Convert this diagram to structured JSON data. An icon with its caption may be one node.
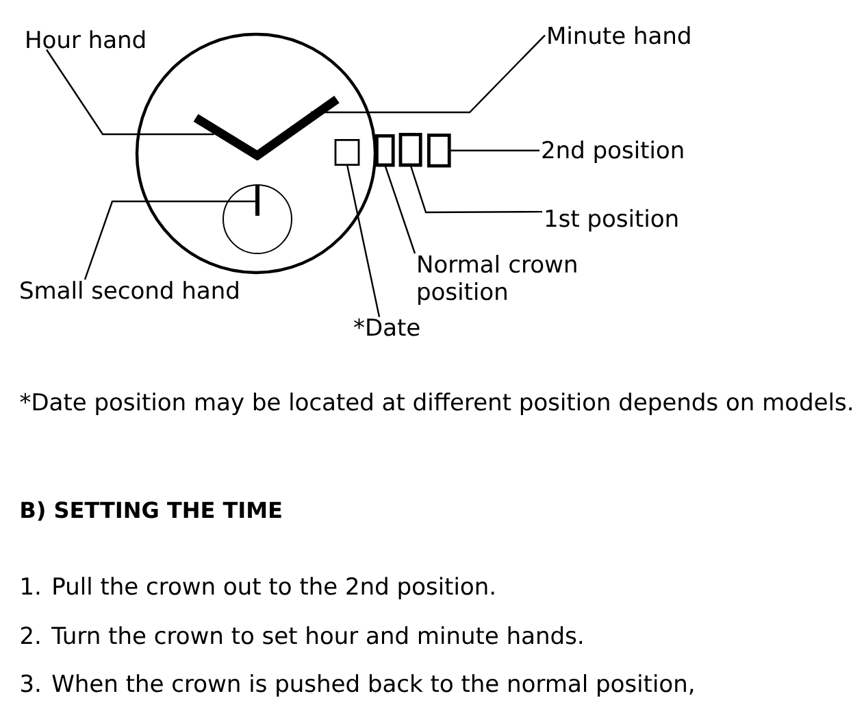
{
  "diagram": {
    "nodes": [
      {
        "text": [
          "Hour hand"
        ]
      },
      {
        "text": [
          "Minute hand"
        ]
      },
      {
        "text": [
          "2nd position"
        ]
      },
      {
        "text": [
          "1st position"
        ]
      },
      {
        "text": [
          "Small second hand"
        ]
      },
      {
        "text": [
          "Normal crown position"
        ]
      },
      {
        "text": [
          "*Date"
        ]
      },
      {
        "text": [],
        "shape": "bar"
      },
      {
        "text": [],
        "shape": "bar"
      },
      {
        "text": [],
        "shape": "bar"
      },
      {
        "text": [],
        "shape": "box"
      },
      {
        "text": [],
        "shape": "box"
      },
      {
        "text": [],
        "shape": "box"
      },
      {
        "text": [],
        "shape": "box"
      }
    ],
    "edges": [
      {
        "from": 0,
        "to": 7,
        "arrow": "none"
      },
      {
        "from": 1,
        "to": 8,
        "arrow": "none"
      },
      {
        "from": 2,
        "to": 13,
        "arrow": "none"
      },
      {
        "from": 3,
        "to": 12,
        "arrow": "none"
      },
      {
        "from": 4,
        "to": 9,
        "arrow": "none"
      },
      {
        "from": 5,
        "to": 11,
        "arrow": "none"
      },
      {
        "from": 6,
        "to": 10,
        "arrow": "none"
      }
    ],
    "labels": [
      "*Date position may be located at different position depends on models.",
      "B) SETTING THE TIME",
      "1. Pull the crown out to the 2nd position.",
      "2. Turn the crown to set hour and minute hands.",
      "3. When the crown is pushed back to the normal position,"
    ]
  }
}
